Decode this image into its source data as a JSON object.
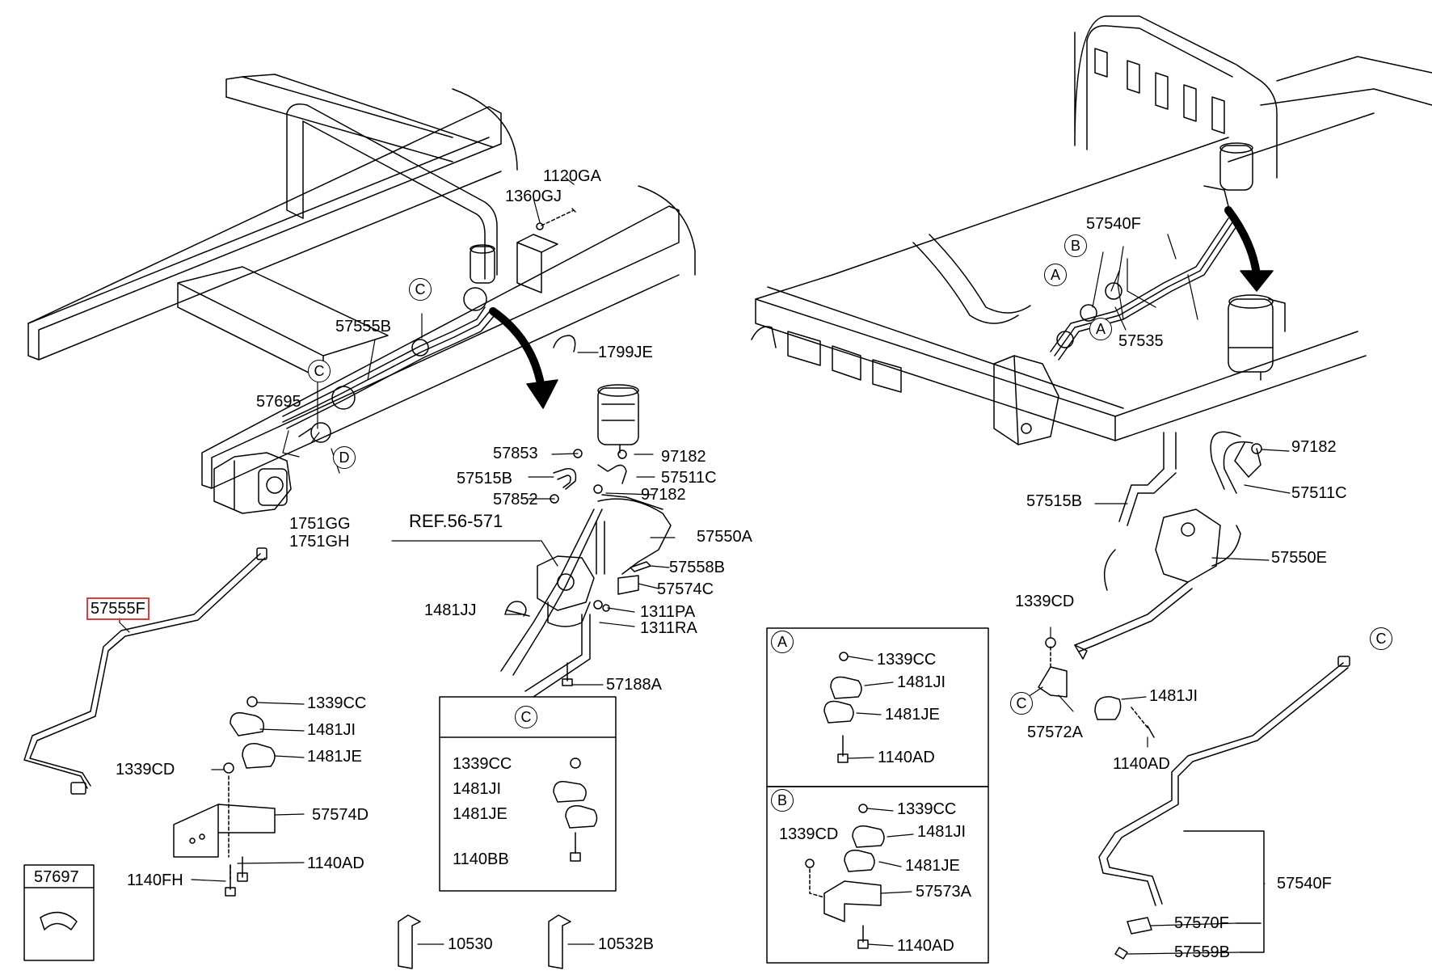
{
  "labels": {
    "p1120GA": "1120GA",
    "p1360GJ": "1360GJ",
    "p57555B": "57555B",
    "p1799JE": "1799JE",
    "p57695": "57695",
    "p1751GG": "1751GG",
    "p1751GH": "1751GH",
    "p57555F": "57555F",
    "p57853": "57853",
    "p97182a": "97182",
    "p57515Ba": "57515B",
    "p57511Ca": "57511C",
    "p57852": "57852",
    "p97182b": "97182",
    "ref": "REF.56-571",
    "p57550A": "57550A",
    "p57558B": "57558B",
    "p57574C": "57574C",
    "p1481JJ": "1481JJ",
    "p1311PA": "1311PA",
    "p1311RA": "1311RA",
    "p57188A": "57188A",
    "p1339CCa": "1339CC",
    "p1481JIa": "1481JI",
    "p1481JEa": "1481JE",
    "p1339CDa": "1339CD",
    "p57574D": "57574D",
    "p1140AD": "1140AD",
    "p1140FH": "1140FH",
    "p57697": "57697",
    "p10530": "10530",
    "p10532B": "10532B",
    "c1339CC": "1339CC",
    "c1481JI": "1481JI",
    "c1481JE": "1481JE",
    "c1140BB": "1140BB",
    "p57540Fa": "57540F",
    "p57535": "57535",
    "p97182c": "97182",
    "p57515Bb": "57515B",
    "p57511Cb": "57511C",
    "p57550E": "57550E",
    "p1339CDb": "1339CD",
    "p1481JIb": "1481JI",
    "p57572A": "57572A",
    "p1140ADb": "1140AD",
    "a1339CC": "1339CC",
    "a1481JI": "1481JI",
    "a1481JE": "1481JE",
    "a1140AD": "1140AD",
    "b1339CC": "1339CC",
    "b1339CD": "1339CD",
    "b1481JI": "1481JI",
    "b1481JE": "1481JE",
    "b57573A": "57573A",
    "b1140AD": "1140AD",
    "p57540Fb": "57540F",
    "p57570F": "57570F",
    "p57559B": "57559B"
  },
  "callouts": {
    "A": "A",
    "B": "B",
    "C": "C",
    "D": "D"
  },
  "highlight_color": "#e23b3b"
}
